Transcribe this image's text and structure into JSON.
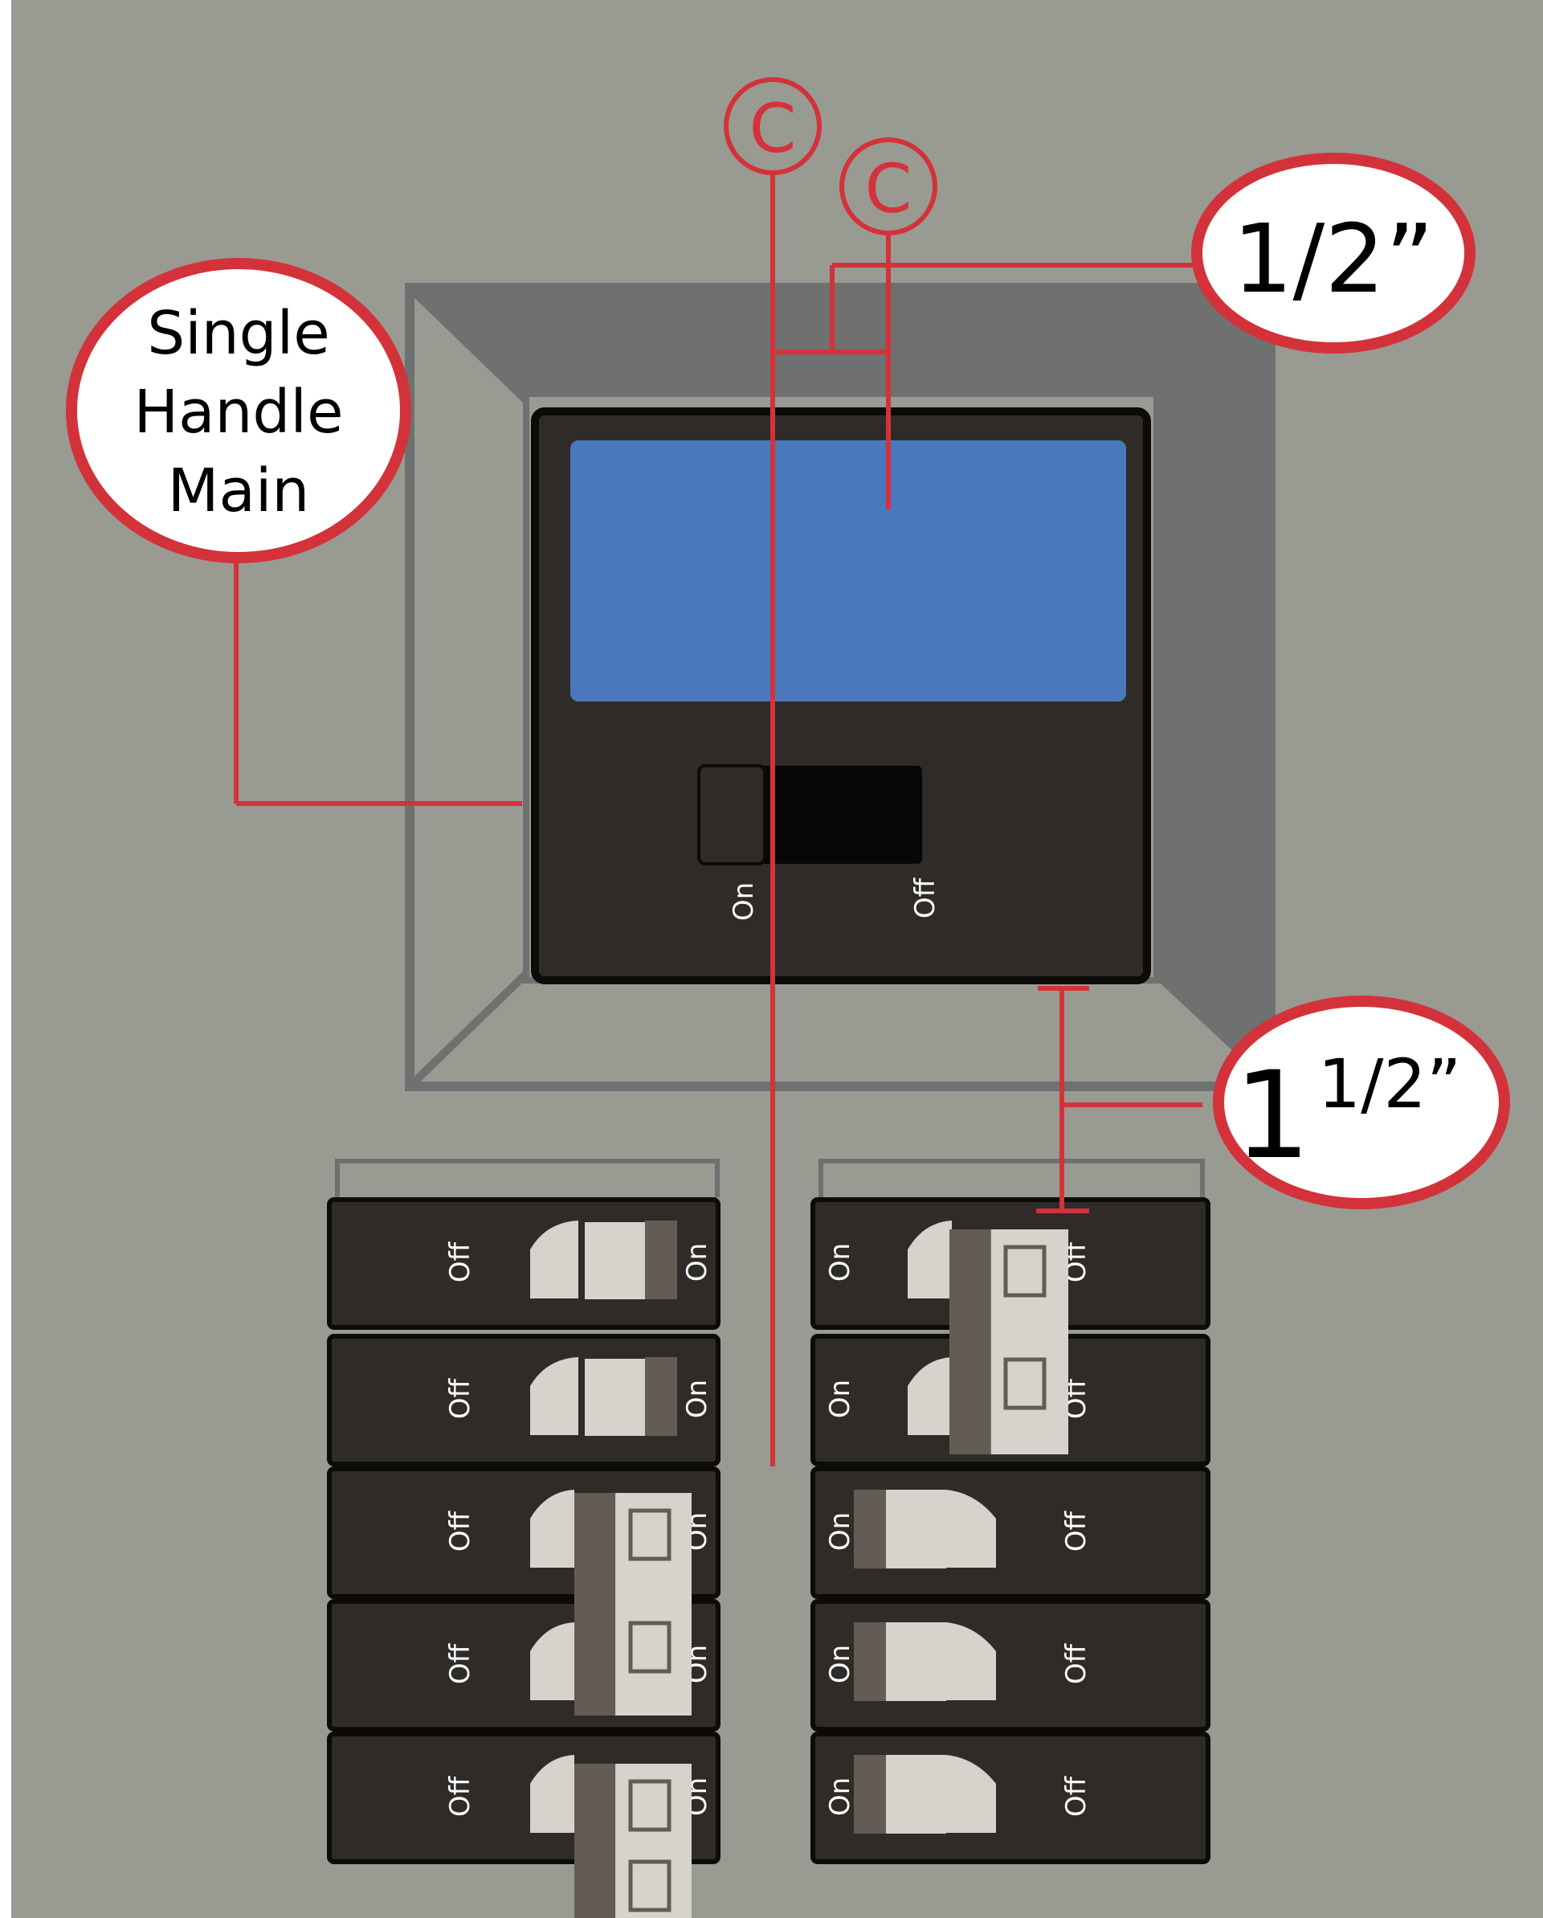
{
  "callouts": {
    "main_label_line1": "Single",
    "main_label_line2": "Handle",
    "main_label_line3": "Main",
    "half_inch": "1/2”",
    "one_half_whole": "1",
    "one_half_frac": "1/2”",
    "c_mark_1": "C",
    "c_mark_2": "C"
  },
  "main_breaker": {
    "on_label": "On",
    "off_label": "Off"
  },
  "branch_breakers": {
    "left_rows": [
      {
        "off": "Off",
        "on": "On"
      },
      {
        "off": "Off",
        "on": "On"
      },
      {
        "off": "Off",
        "on": "On"
      },
      {
        "off": "Off",
        "on": "On"
      },
      {
        "off": "Off",
        "on": "On"
      }
    ],
    "right_rows": [
      {
        "on": "On",
        "off": "Off"
      },
      {
        "on": "On",
        "off": "Off"
      },
      {
        "on": "On",
        "off": "Off"
      },
      {
        "on": "On",
        "off": "Off"
      },
      {
        "on": "On",
        "off": "Off"
      }
    ]
  },
  "colors": {
    "panel": "#999a92",
    "frame_dark": "#6e716f",
    "breaker": "#2f2b28",
    "screen": "#4a78bd",
    "callout_red": "#d3323a",
    "handle_light": "#d8d2cc",
    "handle_dark": "#625c54"
  }
}
